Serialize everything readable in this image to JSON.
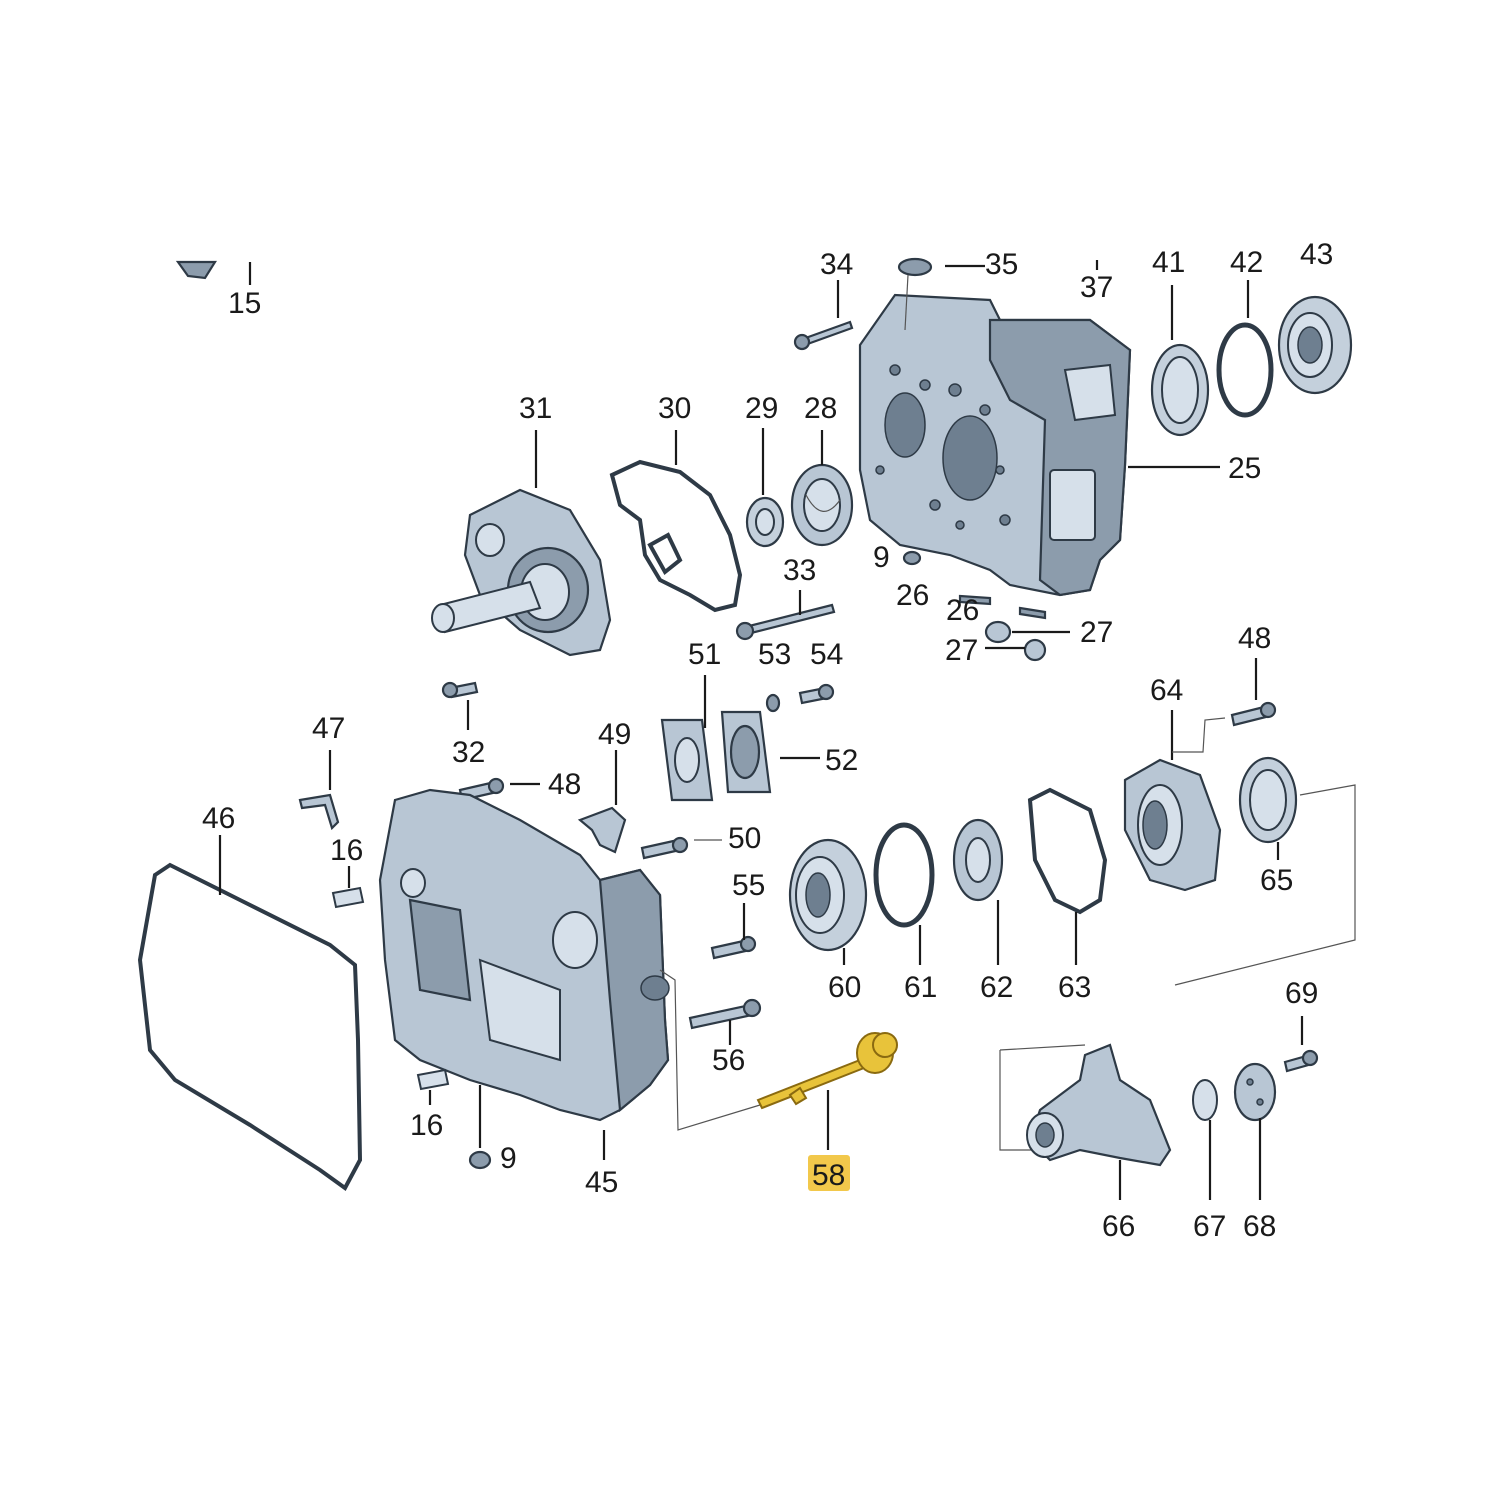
{
  "highlight": {
    "label": "58",
    "color": "#f2c84b"
  },
  "callouts": [
    "15",
    "34",
    "35",
    "37",
    "41",
    "42",
    "43",
    "31",
    "30",
    "29",
    "28",
    "25",
    "9",
    "33",
    "26",
    "26",
    "27",
    "27",
    "51",
    "53",
    "54",
    "48",
    "32",
    "52",
    "64",
    "47",
    "49",
    "48",
    "50",
    "46",
    "16",
    "55",
    "60",
    "61",
    "62",
    "63",
    "65",
    "69",
    "56",
    "16",
    "9",
    "45",
    "58",
    "66",
    "67",
    "68"
  ],
  "colors": {
    "part": "#b8c6d4",
    "outline": "#2e3a46",
    "highlight_part": "#e8c33a"
  }
}
